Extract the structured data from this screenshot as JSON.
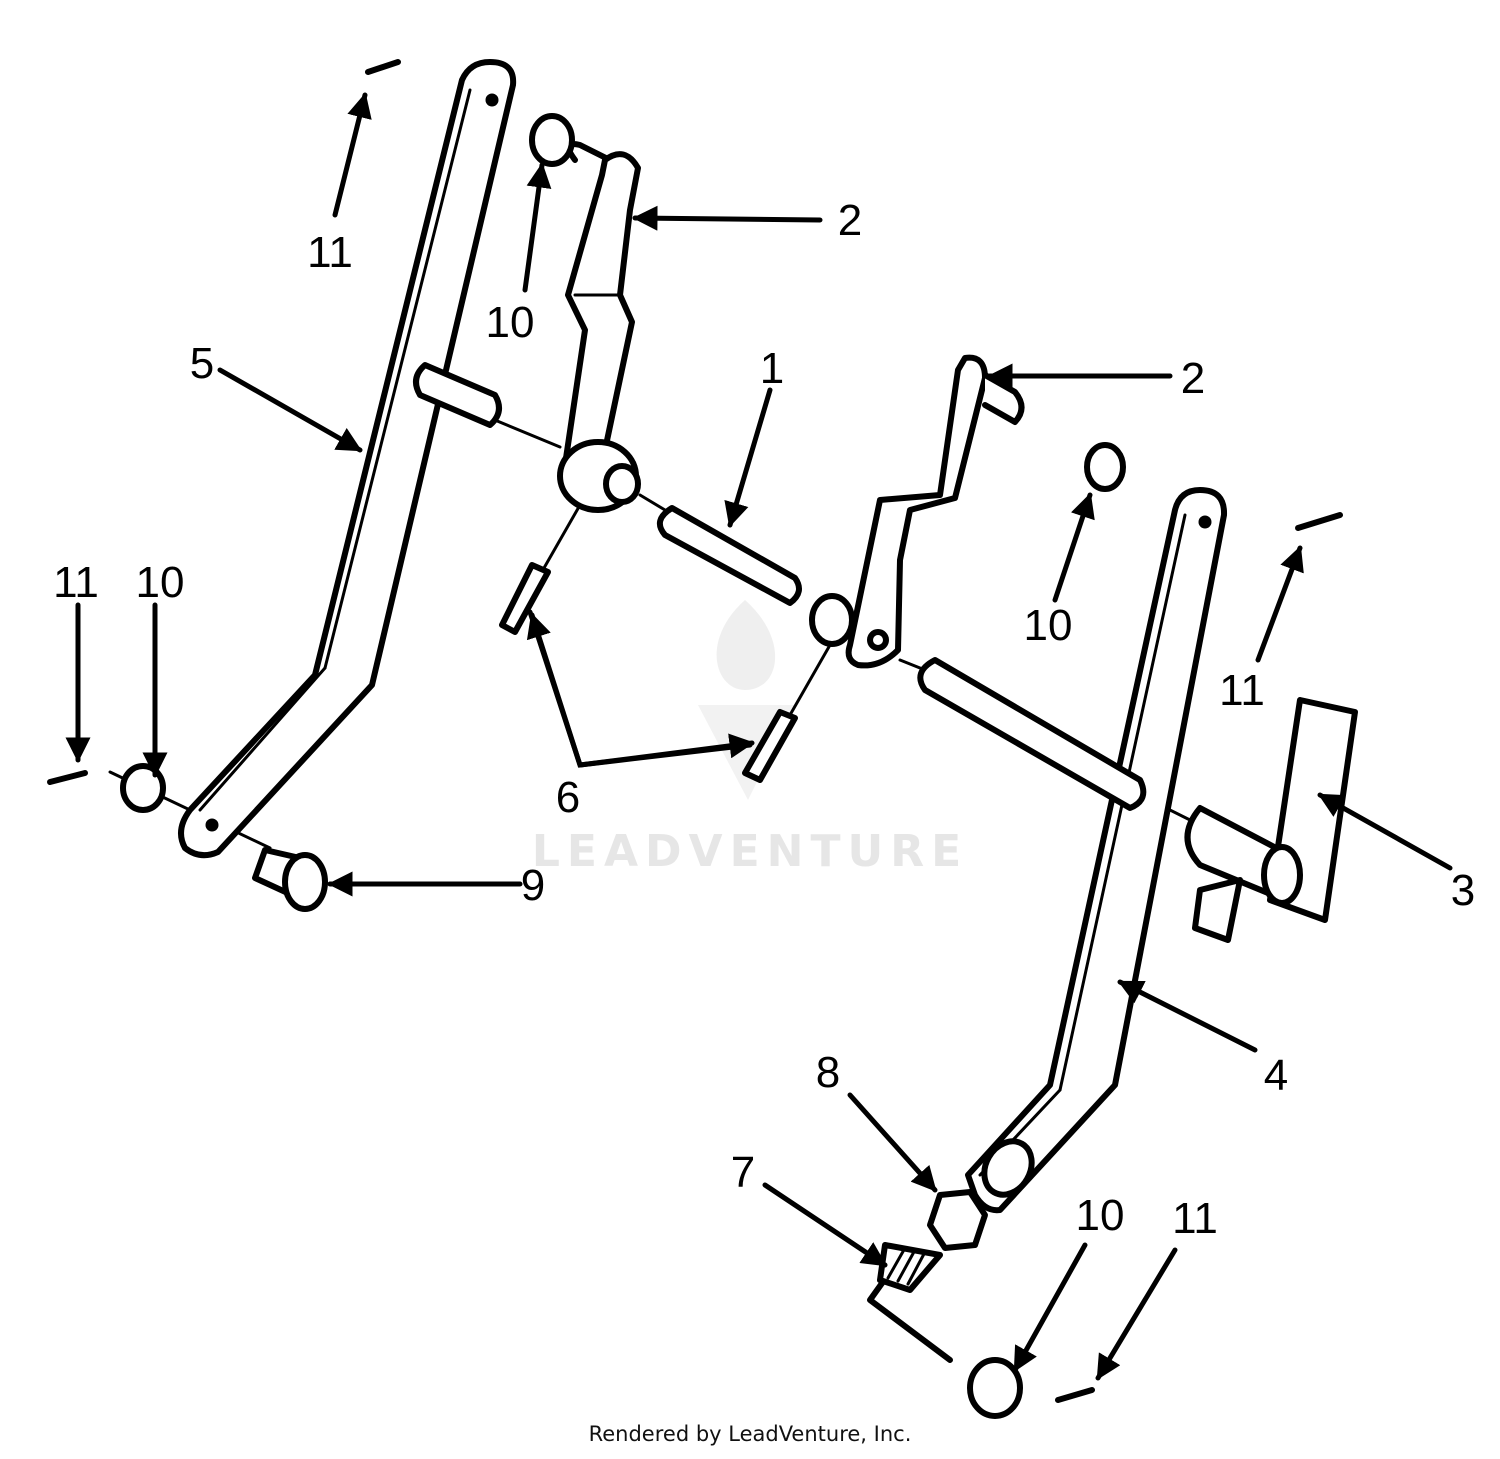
{
  "callouts": {
    "c1": "1",
    "c2a": "2",
    "c2b": "2",
    "c3": "3",
    "c4": "4",
    "c5": "5",
    "c6": "6",
    "c7": "7",
    "c8": "8",
    "c9": "9",
    "c10a": "10",
    "c10b": "10",
    "c10c": "10",
    "c10d": "10",
    "c11a": "11",
    "c11b": "11",
    "c11c": "11",
    "c11d": "11"
  },
  "watermark": {
    "text": "LEADVENTURE"
  },
  "credit": "Rendered by LeadVenture, Inc."
}
